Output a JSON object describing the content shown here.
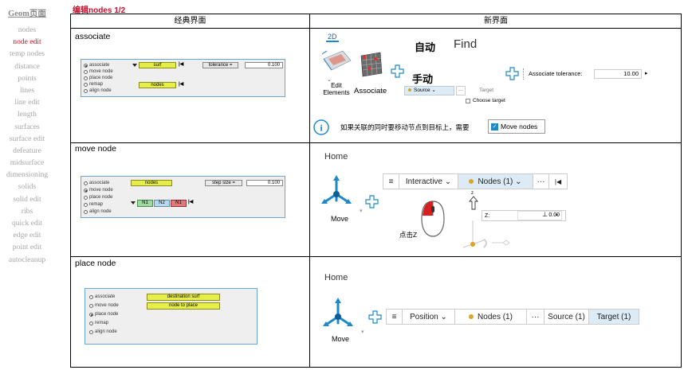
{
  "sidebar": {
    "title": "Geom页面",
    "items": [
      "nodes",
      "node edit",
      "temp nodes",
      "distance",
      "points",
      "lines",
      "line edit",
      "length",
      "surfaces",
      "surface edit",
      "defeature",
      "midsurface",
      "dimensioning",
      "solids",
      "solid edit",
      "ribs",
      "quick edit",
      "edge edit",
      "point edit",
      "autocleanup"
    ],
    "active_index": 1
  },
  "heading": "编辑nodes 1/2",
  "table": {
    "col_classic": "经典界面",
    "col_new": "新界面",
    "rows": [
      "associate",
      "move node",
      "place node"
    ]
  },
  "classic_associate": {
    "radios": [
      "associate",
      "move node",
      "place node",
      "remap",
      "align node"
    ],
    "selected": 0,
    "surf": "surf",
    "nodes": "nodes",
    "tolerance_label": "tolerance =",
    "tolerance_value": "0.100"
  },
  "classic_move": {
    "radios": [
      "associate",
      "move node",
      "place node",
      "remap",
      "align node"
    ],
    "selected": 1,
    "nodes": "nodes",
    "step_label": "step size =",
    "step_value": "0.100",
    "remap_buttons": [
      "N1",
      "N2",
      "N1"
    ]
  },
  "classic_place": {
    "radios": [
      "associate",
      "move node",
      "place node",
      "remap",
      "align node"
    ],
    "selected": 2,
    "dest": "destination surf",
    "node_to_place": "node to place"
  },
  "new_associate": {
    "tab_2d": "2D",
    "edit_elements": "Edit Elements",
    "associate": "Associate",
    "auto": "自动",
    "find": "Find",
    "manual": "手动",
    "source": "Source",
    "target": "Target",
    "choose_target": "Choose target",
    "tolerance_label": "Associate tolerance:",
    "tolerance_value": "10.00",
    "note": "如果关联的同时要移动节点到目标上，需要",
    "move_nodes": "Move nodes"
  },
  "new_move": {
    "home": "Home",
    "move": "Move",
    "interactive": "Interactive",
    "nodes": "Nodes (1)",
    "more": "···",
    "z_axis": "z",
    "z_label": "Z:",
    "z_value": "0.00",
    "click_z": "点击Z"
  },
  "new_place": {
    "home": "Home",
    "move": "Move",
    "position": "Position",
    "nodes": "Nodes (1)",
    "more": "···",
    "source": "Source (1)",
    "target": "Target (1)"
  },
  "colors": {
    "accent_red": "#c8102e",
    "blue": "#1e88c8",
    "yellow_btn": "#e6ef4a",
    "selected_cell": "#dcebf6"
  }
}
